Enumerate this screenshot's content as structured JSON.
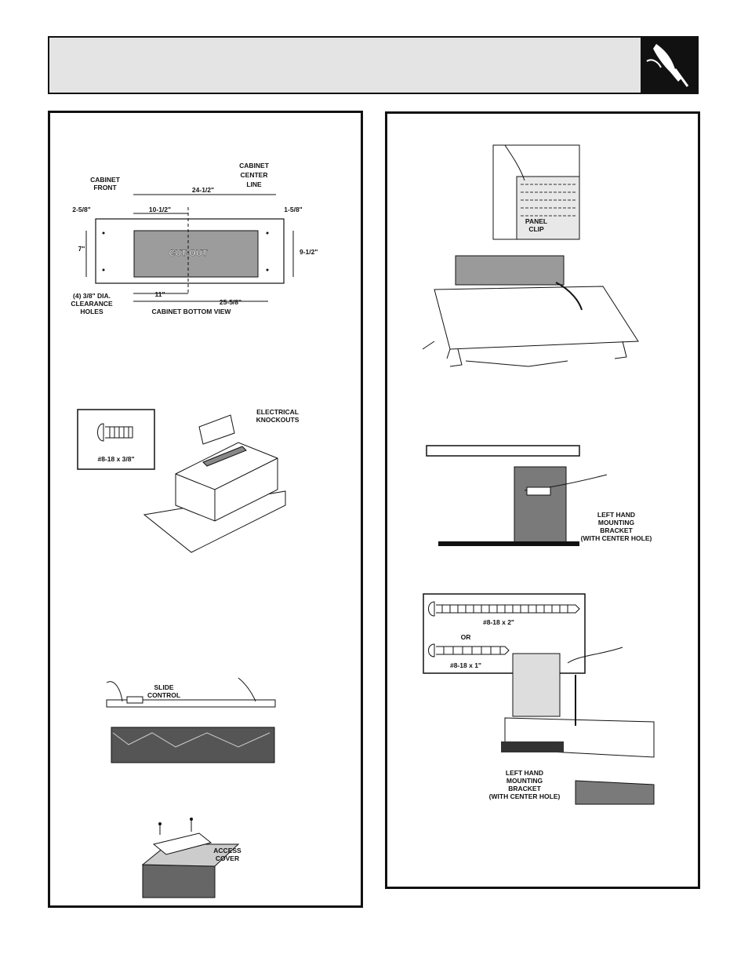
{
  "fig_cutout": {
    "cabinet_front": [
      "CABINET",
      "FRONT"
    ],
    "cabinet_center_line": [
      "CABINET",
      "CENTER",
      "LINE"
    ],
    "dim_24_half": "24-1/2\"",
    "dim_10_half": "10-1/2\"",
    "dim_2_5_8": "2-5/8\"",
    "dim_1_5_8": "1-5/8\"",
    "dim_7": "7\"",
    "dim_9_half": "9-1/2\"",
    "cutout": "CUT-OUT",
    "dim_11": "11\"",
    "dim_25_5_8": "25-5/8\"",
    "clearance_holes": [
      "(4) 3/8\" DIA.",
      "CLEARANCE",
      "HOLES"
    ],
    "bottom_view": "CABINET BOTTOM VIEW"
  },
  "fig_knockouts": {
    "screw_size": "#8-18 x 3/8\"",
    "electrical_knockouts": [
      "ELECTRICAL",
      "KNOCKOUTS"
    ]
  },
  "fig_slide_control": {
    "label": [
      "SLIDE",
      "CONTROL"
    ]
  },
  "fig_access_cover": {
    "label": [
      "ACCESS",
      "COVER"
    ]
  },
  "fig_panel_clip": {
    "label": [
      "PANEL",
      "CLIP"
    ]
  },
  "fig_bracket": {
    "label": [
      "LEFT HAND",
      "MOUNTING",
      "BRACKET",
      "(WITH CENTER HOLE)"
    ]
  },
  "fig_screws": {
    "screw_long": "#8-18 x 2\"",
    "or": "OR",
    "screw_short": "#8-18 x 1\"",
    "bracket_label": [
      "LEFT HAND",
      "MOUNTING",
      "BRACKET",
      "(WITH CENTER HOLE)"
    ]
  }
}
